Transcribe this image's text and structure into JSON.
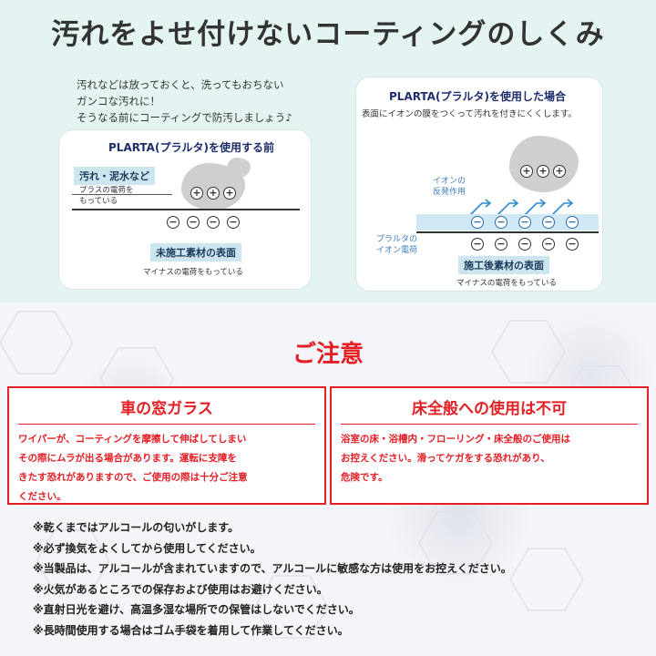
{
  "title": "汚れをよせ付けないコーティングのしくみ",
  "intro": [
    "汚れなどは放っておくと、洗ってもおちない",
    "ガンコな汚れに！",
    "そうなる前にコーティングで防汚しましょう♪"
  ],
  "before": {
    "title": "PLARTA(プラルタ)を使用する前",
    "dirt_tag": "汚れ・泥水など",
    "plus_label": [
      "プラスの電荷を",
      "もっている"
    ],
    "surface_tag": "未施工素材の表面",
    "minus_label": "マイナスの電荷をもっている"
  },
  "after": {
    "title": "PLARTA(プラルタ)を使用した場合",
    "subtitle": "表面にイオンの膜をつくって汚れを付きにくくします。",
    "repel_label": [
      "イオンの",
      "反発作用"
    ],
    "ion_label": [
      "プラルタの",
      "イオン電荷"
    ],
    "surface_tag": "施工後素材の表面",
    "minus_label": "マイナスの電荷をもっている"
  },
  "caution": {
    "title": "ご注意",
    "boxes": [
      {
        "heading": "車の窓ガラス",
        "lines": [
          "ワイパーが、コーティングを摩擦して伸ばしてしまい",
          "その際にムラが出る場合があります。運転に支障を",
          "きたす恐れがありますので、ご使用の際は十分ご注意",
          "ください。"
        ]
      },
      {
        "heading": "床全般への使用は不可",
        "lines": [
          "浴室の床・浴槽内・フローリング・床全般のご使用は",
          "お控えください。滑ってケガをする恐れがあり、",
          "危険です。"
        ]
      }
    ]
  },
  "notes": [
    "※乾くまではアルコールの匂いがします。",
    "※必ず換気をよくしてから使用してください。",
    "※当製品は、アルコールが含まれていますので、アルコールに敏感な方は使用をお控えください。",
    "※火気があるところでの保存および使用はお避けください。",
    "※直射日光を避け、高温多湿な場所での保管はしないでください。",
    "※長時間使用する場合はゴム手袋を着用して作業してください。"
  ],
  "colors": {
    "accent_red": "#e31e24",
    "navy": "#1e2d6b",
    "panel_bg": "#e4f4f2",
    "tag_bg": "#cbe6ef"
  },
  "icons": {
    "minus_charge": "minus-charge-icon",
    "plus_charge": "plus-charge-icon",
    "repel_arrow": "arrow-icon"
  }
}
